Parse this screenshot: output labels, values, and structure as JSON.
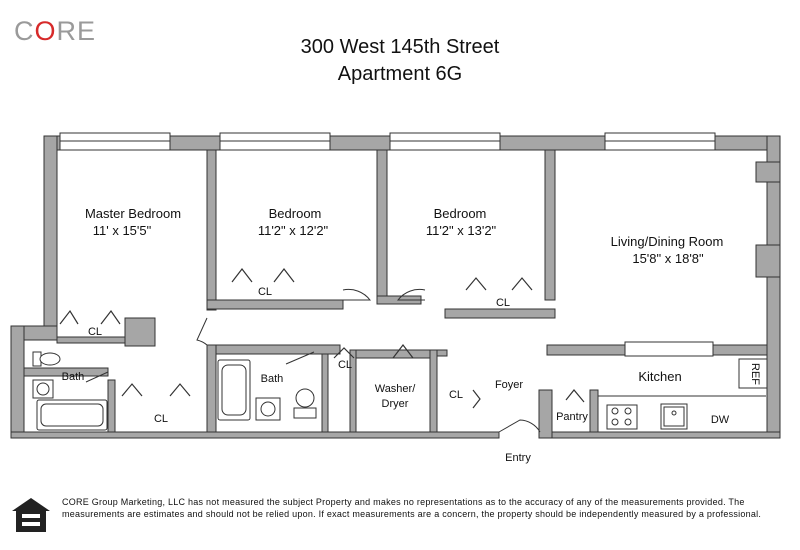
{
  "header": {
    "logo_text_c": "C",
    "logo_text_o": "O",
    "logo_text_re": "RE",
    "address_line1": "300 West 145th Street",
    "address_line2": "Apartment 6G"
  },
  "rooms": {
    "master_bedroom_name": "Master Bedroom",
    "master_bedroom_dims": "11' x 15'5\"",
    "bedroom2_name": "Bedroom",
    "bedroom2_dims": "11'2\" x 12'2\"",
    "bedroom3_name": "Bedroom",
    "bedroom3_dims": "11'2\" x 13'2\"",
    "living_name": "Living/Dining Room",
    "living_dims": "15'8\" x 18'8\"",
    "kitchen": "Kitchen",
    "foyer": "Foyer",
    "entry": "Entry",
    "pantry": "Pantry",
    "washer_line1": "Washer/",
    "washer_line2": "Dryer",
    "bath1": "Bath",
    "bath2": "Bath",
    "ref": "REF",
    "dw": "DW",
    "closet": "CL"
  },
  "colors": {
    "wall": "#a6a6a6",
    "outline": "#333333",
    "logo_gray": "#9a9a9a",
    "logo_red": "#d72a2a"
  },
  "icons": {
    "equal_housing": "equal-housing-opportunity-icon"
  },
  "footer": {
    "disclaimer": "CORE Group Marketing, LLC has not measured the subject Property and makes no representations as to the accuracy of any of the measurements provided. The measurements are estimates and should not be relied upon. If exact measurements are a concern, the property should be independently measured by a professional."
  }
}
